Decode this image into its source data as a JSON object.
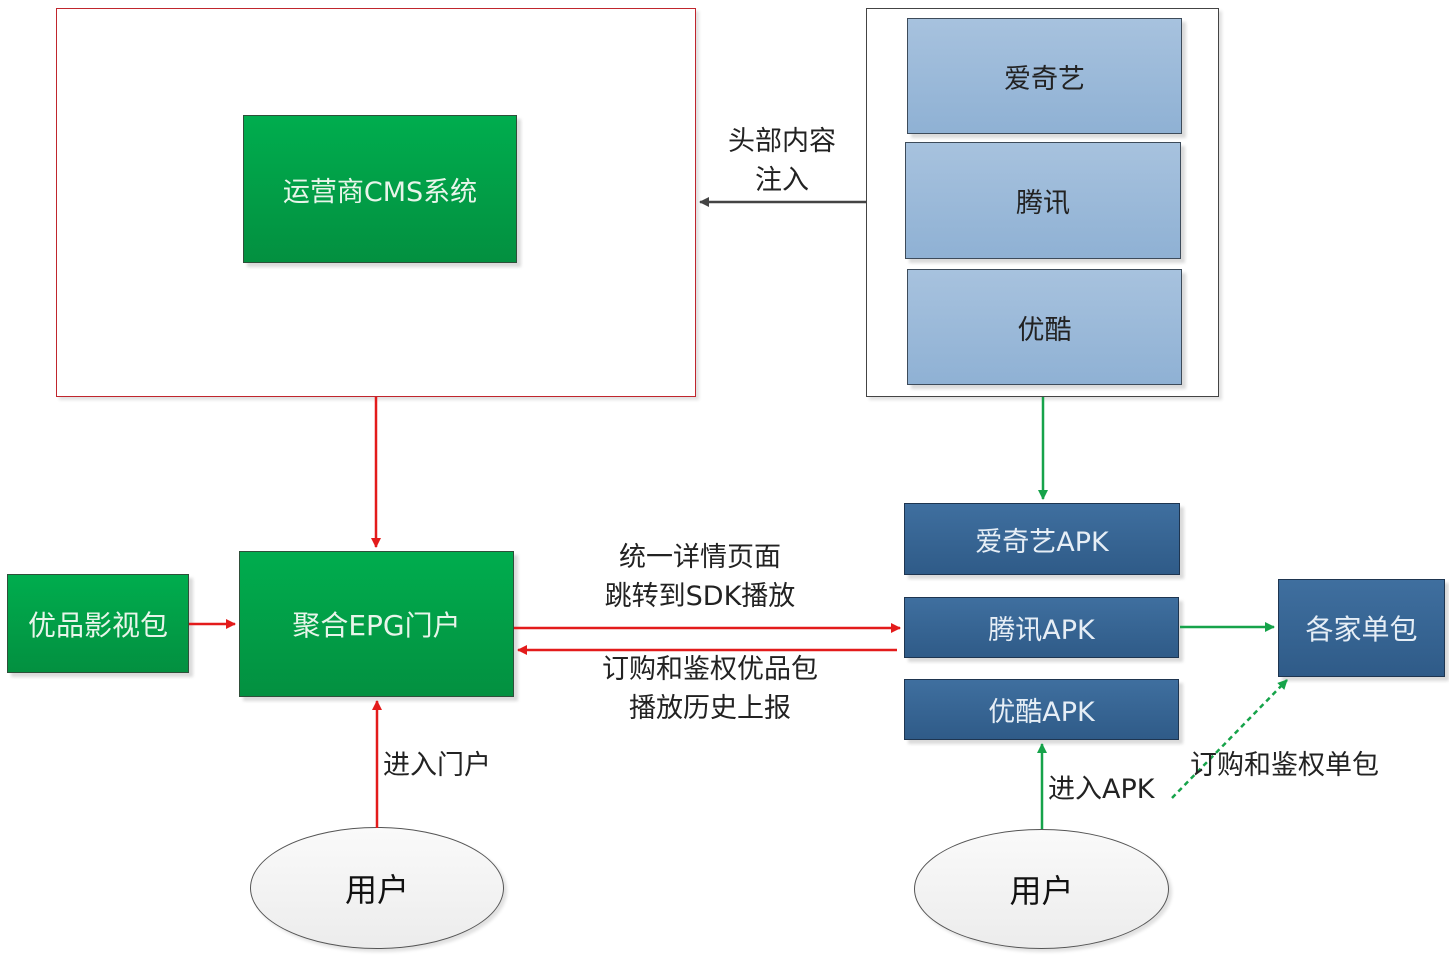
{
  "diagram": {
    "nodes": {
      "operator_frame": "",
      "operator_cms": "运营商CMS系统",
      "content_providers": [
        "爱奇艺",
        "腾讯",
        "优酷"
      ],
      "premium_package": "优品影视包",
      "aggregated_epg": "聚合EPG门户",
      "apks": [
        "爱奇艺APK",
        "腾讯APK",
        "优酷APK"
      ],
      "single_packages": "各家单包",
      "user_left": "用户",
      "user_right": "用户"
    },
    "edge_labels": {
      "header_content_injection": [
        "头部内容",
        "注入"
      ],
      "detail_page_jump": [
        "统一详情页面",
        "跳转到SDK播放"
      ],
      "order_auth_report": [
        "订购和鉴权优品包",
        "播放历史上报"
      ],
      "enter_portal": "进入门户",
      "enter_apk": "进入APK",
      "order_auth_single": "订购和鉴权单包"
    },
    "colors": {
      "red_arrow": "#e31b1b",
      "green_arrow": "#16a34a",
      "gray_arrow": "#444444",
      "green_box": "#00a650",
      "light_blue_box": "#9cbad9",
      "dark_blue_box": "#376494"
    }
  }
}
